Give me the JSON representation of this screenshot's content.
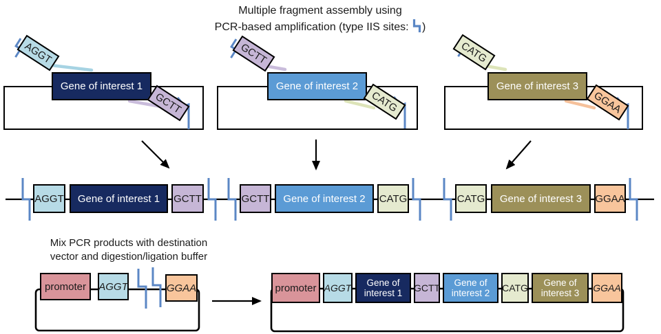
{
  "title": {
    "line1": "Multiple fragment assembly using",
    "line2_prefix": "PCR-based amplification  (type IIS sites:",
    "line2_suffix": ")"
  },
  "templates": [
    {
      "gene": "Gene of interest 1",
      "fwd_primer": "AGGT",
      "rev_primer": "GCTT"
    },
    {
      "gene": "Gene of interest 2",
      "fwd_primer": "GCTT",
      "rev_primer": "CATG"
    },
    {
      "gene": "Gene of interest 3",
      "fwd_primer": "CATG",
      "rev_primer": "GGAA"
    }
  ],
  "products": [
    {
      "left_site": "AGGT",
      "gene": "Gene of interest 1",
      "right_site": "GCTT"
    },
    {
      "left_site": "GCTT",
      "gene": "Gene of interest 2",
      "right_site": "CATG"
    },
    {
      "left_site": "CATG",
      "gene": "Gene of interest 3",
      "right_site": "GGAA"
    }
  ],
  "mix": {
    "line1": "Mix PCR products with destination",
    "line2": "vector and digestion/ligation buffer"
  },
  "destination_vector": {
    "promoter": "promoter",
    "left_site": "AGGT",
    "right_site": "GGAA"
  },
  "final_construct": {
    "items": [
      "promoter",
      "AGGT",
      "Gene of interest 1",
      "GCTT",
      "Gene of interest 2",
      "CATG",
      "Gene of interest 3",
      "GGAA"
    ]
  },
  "icons": {
    "cut_site": "type-iis-cut-site-step"
  },
  "colors": {
    "gene1_navy": "#172a60",
    "gene2_blue": "#5b9bd5",
    "gene3_olive": "#9c9059",
    "site_aggt_lightblue": "#b7dbe6",
    "site_gctt_lavender": "#c6b6d6",
    "site_catg_palegreen": "#e5eacf",
    "site_ggaa_peach": "#f8c59c",
    "promoter_rose": "#d9949a",
    "cut_site_blue": "#5b87c5",
    "line_black": "#000000"
  }
}
